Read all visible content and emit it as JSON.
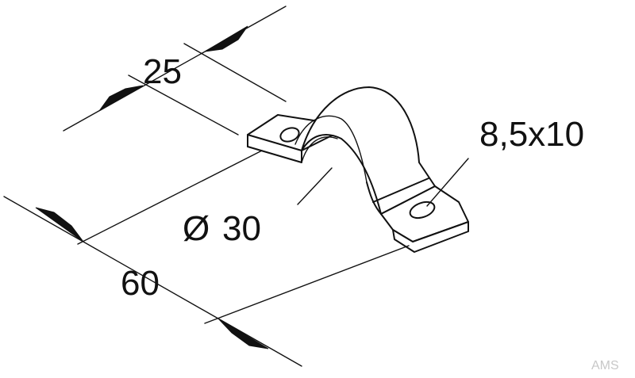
{
  "dimensions": {
    "width_label": "25",
    "length_label": "60",
    "diameter_label": "30",
    "diameter_symbol": "Ø",
    "hole_label": "8,5x10"
  },
  "watermark": "AMS",
  "colors": {
    "line": "#111111",
    "background": "#ffffff",
    "watermark": "#c8c8c8"
  }
}
